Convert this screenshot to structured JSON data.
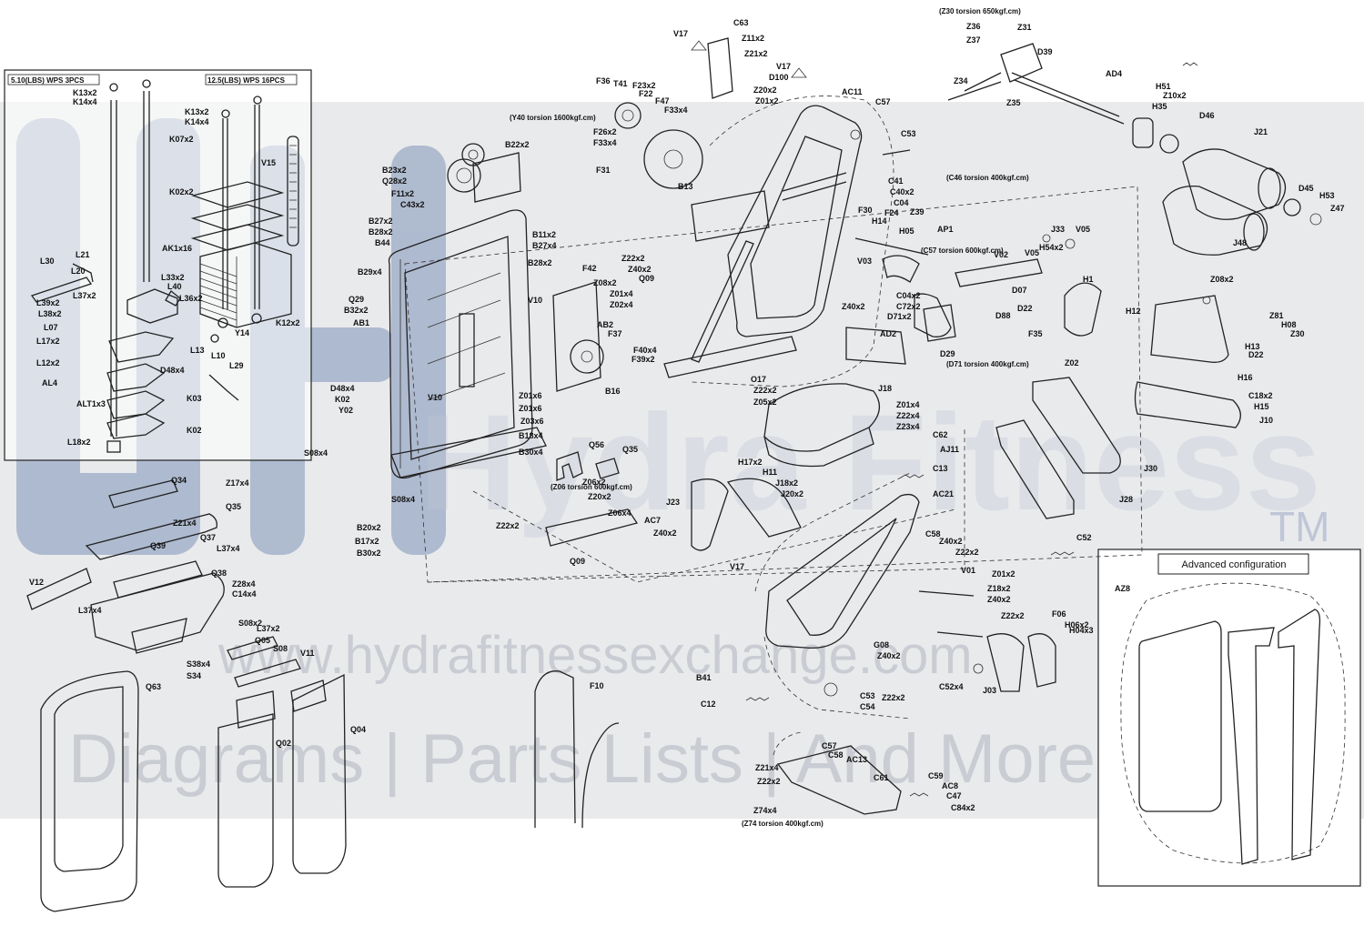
{
  "inset": {
    "header_left": "5.10(LBS) WPS 3PCS",
    "header_right": "12.5(LBS) WPS 16PCS",
    "labels": [
      "K13x2",
      "K14x4",
      "K13x2",
      "K14x4",
      "K07x2",
      "K02x2",
      "V15",
      "AK1x16",
      "L21",
      "L30",
      "L37x2",
      "L38x2",
      "L39x2",
      "L07",
      "L17x2",
      "L12x2",
      "AL4",
      "L33x2",
      "L40",
      "L36x2",
      "L13",
      "L10",
      "L29",
      "Y14",
      "K12x2",
      "L20",
      "K03",
      "K02",
      "ALT1x3",
      "L18x2",
      "D48x4"
    ]
  },
  "watermark": {
    "logo_letters": "Hydra Fitness Exchange",
    "trademark": "TM",
    "url": "www.hydrafitnessexchange.com",
    "tagline": "Diagrams | Parts Lists | And More"
  },
  "advanced": {
    "title": "Advanced configuration",
    "label": "AZ8"
  },
  "annotations": [
    "(Z30 torsion 650kgf.cm)",
    "(Y40 torsion 1600kgf.cm)",
    "(C46 torsion 400kgf.cm)",
    "(C57 torsion 600kgf.cm)",
    "(D71 torsion 400kgf.cm)",
    "(Z06 torsion 600kgf.cm)",
    "(Z74 torsion 400kgf.cm)"
  ],
  "top_labels": [
    "V17",
    "C63",
    "Z11x2",
    "Z21x2",
    "D100",
    "V17",
    "AC11",
    "C57",
    "C53",
    "Z20x2",
    "Z01x2",
    "Z36",
    "Z37",
    "Z31",
    "D39",
    "Z34",
    "Z35",
    "AD4",
    "H51",
    "Z10x2",
    "H35",
    "D46",
    "J21",
    "D45",
    "H53",
    "Z47",
    "J48",
    "F36",
    "T41",
    "F23x2",
    "F22",
    "F47",
    "F33x4",
    "F26x2",
    "F33x4",
    "F31",
    "B13",
    "B22x2",
    "B23x2",
    "Q28x2",
    "F11x2",
    "C43x2",
    "C41",
    "C40x2",
    "C04",
    "F24",
    "F30",
    "H14",
    "Z39",
    "AP1",
    "H05",
    "V05",
    "H54x2",
    "Z08x2"
  ],
  "center_labels": [
    "B27x2",
    "B28x2",
    "B44",
    "B11x2",
    "B27x4",
    "B29x4",
    "B28x2",
    "Q29",
    "B32x2",
    "AB1",
    "F42",
    "Z08x2",
    "Z01x4",
    "Z02x4",
    "V10",
    "AB2",
    "F37",
    "F40x4",
    "F39x2",
    "B16",
    "Z22x2",
    "Z40x2",
    "Q09",
    "D48x4",
    "K02",
    "Y02",
    "V10",
    "Z01x6",
    "Z01x6",
    "Z03x6",
    "B18x4",
    "B30x4",
    "S08x4",
    "S08x4",
    "B20x2",
    "B17x2",
    "B30x2",
    "Q56",
    "Q35",
    "Z06x2",
    "Z20x2",
    "Z06x4",
    "Z22x2",
    "AC7",
    "Z40x2",
    "Q09",
    "J23",
    "H17x2",
    "H11",
    "J18x2",
    "J20x2",
    "V17",
    "O17",
    "Z22x2",
    "Z05x2",
    "J18",
    "Z01x4",
    "Z22x4",
    "Z23x4"
  ],
  "right_labels": [
    "V03",
    "C04x2",
    "C72x2",
    "D71x2",
    "Z40x2",
    "AD2",
    "D29",
    "V02",
    "J33",
    "V05",
    "D07",
    "D22",
    "D88",
    "H1",
    "F35",
    "Z02",
    "H12",
    "H13",
    "H16",
    "D22",
    "C18x2",
    "H15",
    "J10",
    "Z81",
    "H08",
    "Z30",
    "C62",
    "AJ11",
    "J30",
    "J28",
    "C13",
    "AC21",
    "C58",
    "Z40x2",
    "Z22x2",
    "V01",
    "Z01x2",
    "C52",
    "Z18x2",
    "Z40x2",
    "Z22x2",
    "F06",
    "H06x2",
    "H04x3",
    "G08",
    "Z40x2",
    "J03",
    "C52x4",
    "C53",
    "C54",
    "Z22x2",
    "B41",
    "C12",
    "C57",
    "C58",
    "AC13",
    "C61",
    "Z21x4",
    "Z22x2",
    "Z74x4",
    "C59",
    "AC8",
    "C47",
    "C84x2"
  ],
  "bottom_labels": [
    "Q34",
    "Z17x4",
    "Q35",
    "Z21x4",
    "Q39",
    "Q37",
    "L37x4",
    "V12",
    "Q38",
    "Z28x4",
    "C14x4",
    "L37x4",
    "S08x2",
    "L37x2",
    "Q05",
    "S38x4",
    "S34",
    "S08",
    "V11",
    "Q63",
    "Q02",
    "Q04",
    "F10"
  ]
}
